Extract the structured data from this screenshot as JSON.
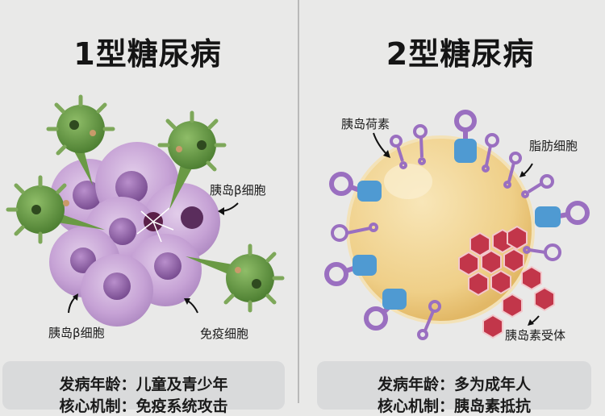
{
  "left_panel": {
    "title": "1型糖尿病",
    "labels": {
      "beta_cell_right": "胰岛β细胞",
      "beta_cell_bottom": "胰岛β细胞",
      "immune_cell": "免疫细胞"
    },
    "info": {
      "onset_age": "发病年龄：儿童及青少年",
      "mechanism": "核心机制：免疫系统攻击"
    },
    "colors": {
      "immune_cell": "#5f8f3e",
      "beta_cell": "#c8a6d6",
      "nucleus": "#8b5a9e"
    }
  },
  "right_panel": {
    "title": "2型糖尿病",
    "labels": {
      "insulin": "胰岛荷素",
      "fat_cell": "脂肪细胞",
      "insulin_receptor": "胰岛素受体"
    },
    "info": {
      "onset_age": "发病年龄：多为成年人",
      "mechanism": "核心机制：胰岛素抵抗"
    },
    "colors": {
      "fat_cell": "#f1d79a",
      "key": "#9a6fc0",
      "lock": "#4f9ad2",
      "hexagon": "#c2364a"
    }
  }
}
